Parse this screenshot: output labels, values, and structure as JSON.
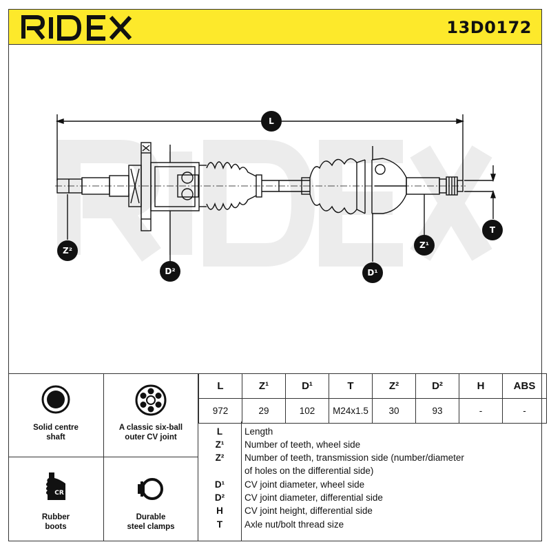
{
  "brand": "RIDEX",
  "part_number": "13D0172",
  "drawing": {
    "watermark": "RIDEX",
    "callouts": {
      "L": "L",
      "Z2": "Z²",
      "D2": "D²",
      "D1": "D¹",
      "Z1": "Z¹",
      "T": "T"
    }
  },
  "features": [
    {
      "icon": "solid-shaft-icon",
      "label_line1": "Solid centre",
      "label_line2": "shaft"
    },
    {
      "icon": "six-ball-joint-icon",
      "label_line1": "A classic six-ball",
      "label_line2": "outer CV joint"
    },
    {
      "icon": "rubber-boot-icon",
      "icon_text": "CR",
      "label_line1": "Rubber",
      "label_line2": "boots"
    },
    {
      "icon": "steel-clamp-icon",
      "label_line1": "Durable",
      "label_line2": "steel clamps"
    }
  ],
  "spec_table": {
    "headers": [
      "L",
      "Z¹",
      "D¹",
      "T",
      "Z²",
      "D²",
      "H",
      "ABS"
    ],
    "values": [
      "972",
      "29",
      "102",
      "M24x1.5",
      "30",
      "93",
      "-",
      "-"
    ]
  },
  "legend": [
    {
      "key": "L",
      "desc": "Length"
    },
    {
      "key": "Z¹",
      "desc": "Number of teeth, wheel side"
    },
    {
      "key": "Z²",
      "desc": "Number of teeth, transmission side (number/diameter"
    },
    {
      "key": "",
      "desc": "of holes on the differential side)"
    },
    {
      "key": "D¹",
      "desc": "CV joint diameter, wheel side"
    },
    {
      "key": "D²",
      "desc": "CV joint diameter, differential side"
    },
    {
      "key": "H",
      "desc": "CV joint height, differential side"
    },
    {
      "key": "T",
      "desc": "Axle nut/bolt thread size"
    }
  ],
  "colors": {
    "accent": "#fde92b",
    "line": "#111111",
    "watermark": "#ececec"
  }
}
